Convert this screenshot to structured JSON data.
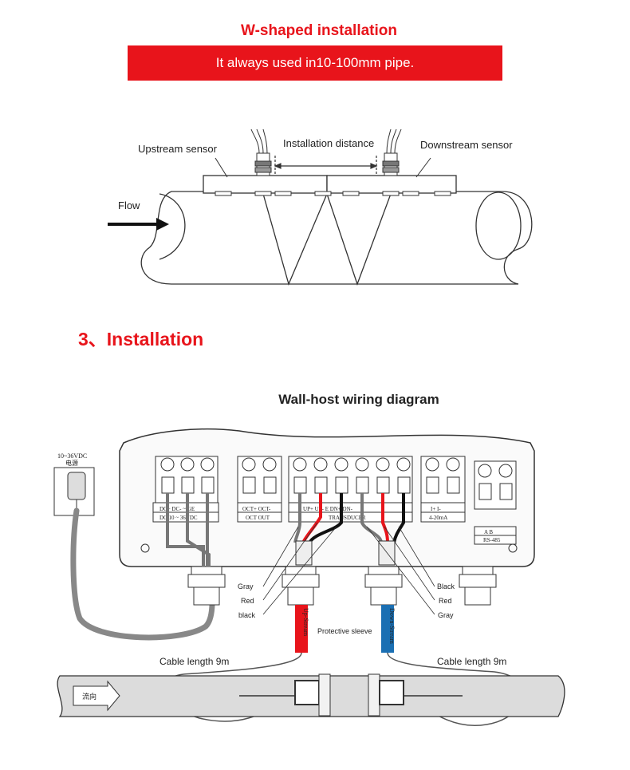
{
  "section1": {
    "title": "W-shaped installation",
    "banner": "It always used in10-100mm pipe.",
    "labels": {
      "upstream": "Upstream sensor",
      "distance": "Installation distance",
      "downstream": "Downstream sensor",
      "flow": "Flow"
    }
  },
  "section2": {
    "title": "3、Installation",
    "wiring_title": "Wall-host wiring diagram",
    "power": {
      "voltage": "10~36VDC",
      "label": "电源"
    },
    "terminals": {
      "dc_top": "DC+ DC-  ~ GE",
      "dc_bottom": "DC 10 ~ 36VDC",
      "oct_top": "OCT+ OCT-",
      "oct_bottom": "OCT OUT",
      "tr_top": "E  UP+  UP-        E  DN+  DN-",
      "tr_bottom": "TRANSDUCER",
      "ma_top": "I+   I-",
      "ma_bottom": "4-20mA",
      "rs_top": "A    B",
      "rs_bottom": "RS-485"
    },
    "wires_left": [
      "Gray",
      "Red",
      "black"
    ],
    "wires_right": [
      "Black",
      "Red",
      "Gray"
    ],
    "sleeve_label": "Protective sleeve",
    "up_cable": "Up-Stream",
    "down_cable": "Down-Stream",
    "cable_left": "Cable length 9m",
    "cable_right": "Cable length 9m",
    "flow_dir": "流向"
  }
}
